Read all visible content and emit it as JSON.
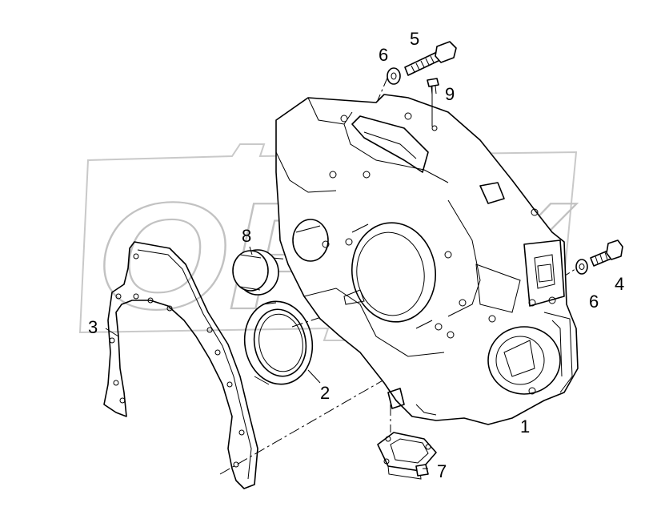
{
  "diagram": {
    "watermark": "OPEX",
    "callouts": [
      {
        "id": "1",
        "label": "1"
      },
      {
        "id": "2",
        "label": "2"
      },
      {
        "id": "3",
        "label": "3"
      },
      {
        "id": "4",
        "label": "4"
      },
      {
        "id": "5",
        "label": "5"
      },
      {
        "id": "6a",
        "label": "6"
      },
      {
        "id": "6b",
        "label": "6"
      },
      {
        "id": "7",
        "label": "7"
      },
      {
        "id": "8",
        "label": "8"
      },
      {
        "id": "9",
        "label": "9"
      }
    ]
  }
}
